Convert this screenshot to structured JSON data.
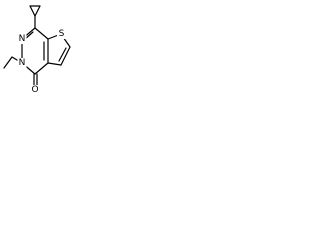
{
  "structure": {
    "atoms": {
      "sulfur": "S",
      "ring_nitrogen_top": "N",
      "ring_nitrogen_bottom": "N",
      "carbonyl_oxygen": "O"
    }
  }
}
